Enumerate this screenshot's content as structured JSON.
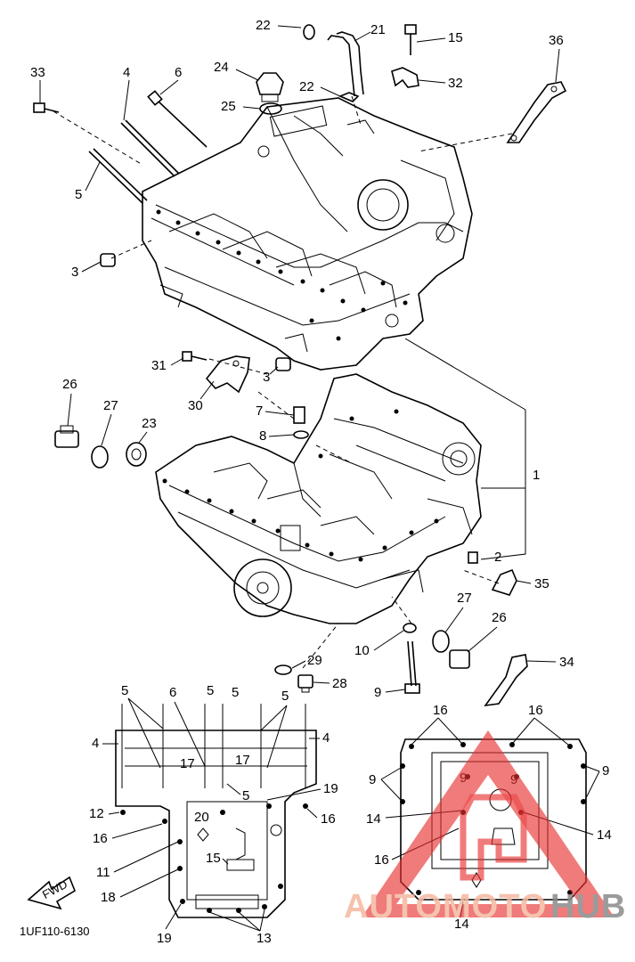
{
  "diagram": {
    "doc_code": "1UF110-6130",
    "fwd_label": "FWD",
    "watermark": {
      "auto": "AUTO",
      "moto": "MOTO",
      "hub": "HUB",
      "color_auto": "#f4b8a0",
      "color_hub": "#8a8a8a",
      "color_triangle": "#e83030"
    },
    "labels": {
      "l22a": "22",
      "l21": "21",
      "l15a": "15",
      "l36": "36",
      "l33": "33",
      "l4a": "4",
      "l6a": "6",
      "l24": "24",
      "l22b": "22",
      "l32": "32",
      "l25": "25",
      "l5a": "5",
      "l3a": "3",
      "l31": "31",
      "l3b": "3",
      "l26a": "26",
      "l30": "30",
      "l7": "7",
      "l27a": "27",
      "l23": "23",
      "l8": "8",
      "l1": "1",
      "l2": "2",
      "l35": "35",
      "l27b": "27",
      "l26b": "26",
      "l10": "10",
      "l34": "34",
      "l29": "29",
      "l28": "28",
      "l9a": "9",
      "b5a": "5",
      "b6": "6",
      "b5b": "5",
      "b5c": "5",
      "b5d": "5",
      "b4a": "4",
      "b4b": "4",
      "b17a": "17",
      "b17b": "17",
      "b5e": "5",
      "b19a": "19",
      "b12": "12",
      "b20": "20",
      "b16a": "16",
      "b16b": "16",
      "b15": "15",
      "b11": "11",
      "b18": "18",
      "b19b": "19",
      "b13": "13",
      "r16a": "16",
      "r16b": "16",
      "r9a": "9",
      "r9b": "9",
      "r9c": "9",
      "r9d": "9",
      "r14a": "14",
      "r14b": "14",
      "r16c": "16",
      "r14c": "14"
    }
  }
}
